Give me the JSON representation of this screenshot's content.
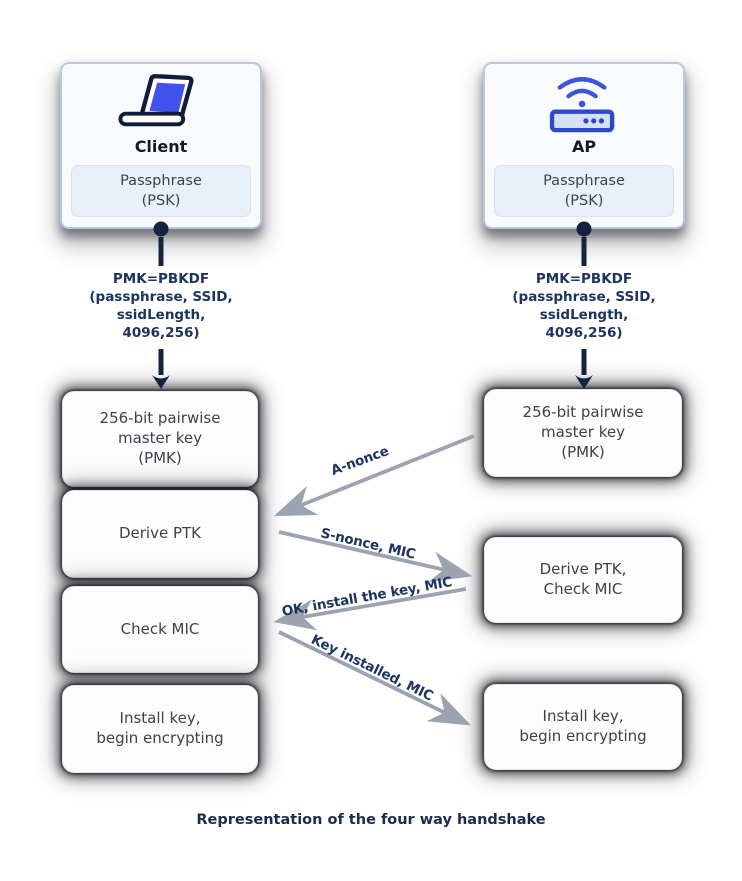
{
  "diagram": {
    "caption": "Representation of the four way handshake",
    "client": {
      "title": "Client",
      "icon": "laptop-icon",
      "passphrase": "Passphrase\n(PSK)"
    },
    "ap": {
      "title": "AP",
      "icon": "wifi-router-icon",
      "passphrase": "Passphrase\n(PSK)"
    },
    "pmk_formula": "PMK=PBKDF\n(passphrase, SSID,\nssidLength,\n4096,256)",
    "left_column": {
      "boxes": [
        {
          "text": "256-bit pairwise\nmaster key\n(PMK)"
        },
        {
          "text": "Derive PTK"
        },
        {
          "text": "Check MIC"
        },
        {
          "text": "Install key,\nbegin encrypting"
        }
      ]
    },
    "right_column": {
      "boxes": [
        {
          "text": "256-bit pairwise\nmaster key\n(PMK)"
        },
        {
          "text": "Derive PTK,\nCheck MIC"
        },
        {
          "text": "Install key,\nbegin encrypting"
        }
      ]
    },
    "messages": [
      {
        "label": "A-nonce",
        "from": "AP",
        "to": "Client"
      },
      {
        "label": "S-nonce, MIC",
        "from": "Client",
        "to": "AP"
      },
      {
        "label": "OK, install the key, MIC",
        "from": "AP",
        "to": "Client"
      },
      {
        "label": "Key installed, MIC",
        "from": "Client",
        "to": "AP"
      }
    ],
    "colors": {
      "navy_arrow": "#15233E",
      "label_navy": "#1D3360",
      "laptop_screen_blue": "#4152EE",
      "router_blue": "#2B49C8",
      "wifi_blue": "#3B56DC",
      "arrow_gray": "#9CA3AF",
      "card_border": "#B9C7E4",
      "card_bg": "#F8FAFC",
      "passphrase_bg": "#E9F0FA",
      "box_text": "#3D414D"
    }
  }
}
